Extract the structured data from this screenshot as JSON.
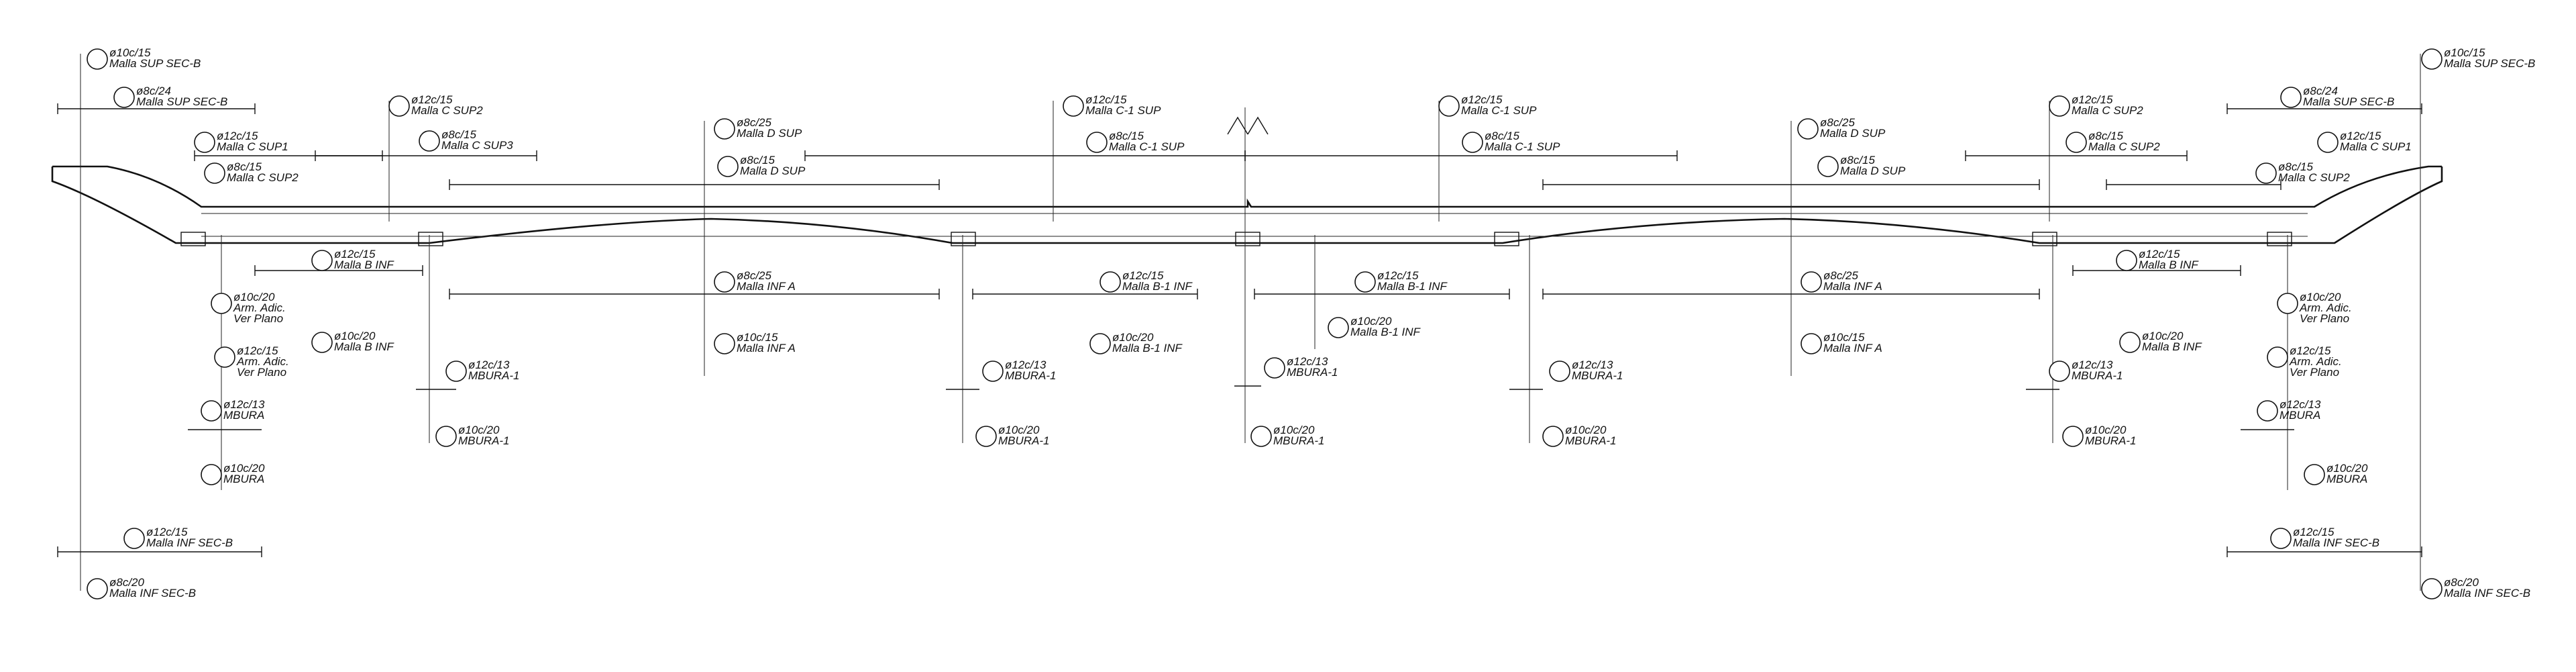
{
  "callouts": [
    {
      "l1": "ø10c/15",
      "l2": "Malla SUP SEC-B"
    },
    {
      "l1": "ø8c/24",
      "l2": "Malla SUP SEC-B"
    },
    {
      "l1": "ø12c/15",
      "l2": "Malla C SUP1"
    },
    {
      "l1": "ø8c/15",
      "l2": "Malla C SUP2"
    },
    {
      "l1": "ø12c/15",
      "l2": "Malla C SUP2"
    },
    {
      "l1": "ø8c/15",
      "l2": "Malla C SUP3"
    },
    {
      "l1": "ø8c/25",
      "l2": "Malla D SUP"
    },
    {
      "l1": "ø8c/15",
      "l2": "Malla D SUP"
    },
    {
      "l1": "ø12c/15",
      "l2": "Malla C-1 SUP"
    },
    {
      "l1": "ø8c/15",
      "l2": "Malla C-1 SUP"
    },
    {
      "l1": "ø12c/15",
      "l2": "Malla C-1 SUP"
    },
    {
      "l1": "ø8c/15",
      "l2": "Malla C-1 SUP"
    },
    {
      "l1": "ø8c/25",
      "l2": "Malla D SUP"
    },
    {
      "l1": "ø8c/15",
      "l2": "Malla D SUP"
    },
    {
      "l1": "ø12c/15",
      "l2": "Malla C SUP2"
    },
    {
      "l1": "ø8c/15",
      "l2": "Malla C SUP2"
    },
    {
      "l1": "ø8c/15",
      "l2": "Malla C SUP2"
    },
    {
      "l1": "ø12c/15",
      "l2": "Malla C SUP1"
    },
    {
      "l1": "ø8c/24",
      "l2": "Malla SUP SEC-B"
    },
    {
      "l1": "ø10c/15",
      "l2": "Malla SUP SEC-B"
    },
    {
      "l1": "ø12c/15",
      "l2": "Malla B INF"
    },
    {
      "l1": "ø10c/20",
      "l2": "Arm. Adic.",
      "l3": "Ver Plano"
    },
    {
      "l1": "ø12c/15",
      "l2": "Arm. Adic.",
      "l3": "Ver Plano"
    },
    {
      "l1": "ø10c/20",
      "l2": "Malla B INF"
    },
    {
      "l1": "ø12c/13",
      "l2": "MBURA"
    },
    {
      "l1": "ø10c/20",
      "l2": "MBURA"
    },
    {
      "l1": "ø12c/13",
      "l2": "MBURA-1"
    },
    {
      "l1": "ø10c/20",
      "l2": "MBURA-1"
    },
    {
      "l1": "ø8c/25",
      "l2": "Malla INF A"
    },
    {
      "l1": "ø10c/15",
      "l2": "Malla INF A"
    },
    {
      "l1": "ø12c/13",
      "l2": "MBURA-1"
    },
    {
      "l1": "ø10c/20",
      "l2": "MBURA-1"
    },
    {
      "l1": "ø12c/15",
      "l2": "Malla B-1 INF"
    },
    {
      "l1": "ø10c/20",
      "l2": "Malla B-1 INF"
    },
    {
      "l1": "ø12c/13",
      "l2": "MBURA-1"
    },
    {
      "l1": "ø10c/20",
      "l2": "MBURA-1"
    },
    {
      "l1": "ø12c/15",
      "l2": "Malla B-1 INF"
    },
    {
      "l1": "ø10c/20",
      "l2": "Malla B-1 INF"
    },
    {
      "l1": "ø12c/13",
      "l2": "MBURA-1"
    },
    {
      "l1": "ø10c/20",
      "l2": "MBURA-1"
    },
    {
      "l1": "ø8c/25",
      "l2": "Malla INF A"
    },
    {
      "l1": "ø10c/15",
      "l2": "Malla INF A"
    },
    {
      "l1": "ø12c/13",
      "l2": "MBURA-1"
    },
    {
      "l1": "ø10c/20",
      "l2": "MBURA-1"
    },
    {
      "l1": "ø12c/15",
      "l2": "Malla B INF"
    },
    {
      "l1": "ø10c/20",
      "l2": "Malla B INF"
    },
    {
      "l1": "ø10c/20",
      "l2": "Arm. Adic.",
      "l3": "Ver Plano"
    },
    {
      "l1": "ø12c/15",
      "l2": "Arm. Adic.",
      "l3": "Ver Plano"
    },
    {
      "l1": "ø12c/13",
      "l2": "MBURA"
    },
    {
      "l1": "ø10c/20",
      "l2": "MBURA"
    },
    {
      "l1": "ø12c/15",
      "l2": "Malla INF SEC-B"
    },
    {
      "l1": "ø8c/20",
      "l2": "Malla INF SEC-B"
    },
    {
      "l1": "ø12c/15",
      "l2": "Malla INF SEC-B"
    },
    {
      "l1": "ø8c/20",
      "l2": "Malla INF SEC-B"
    }
  ]
}
